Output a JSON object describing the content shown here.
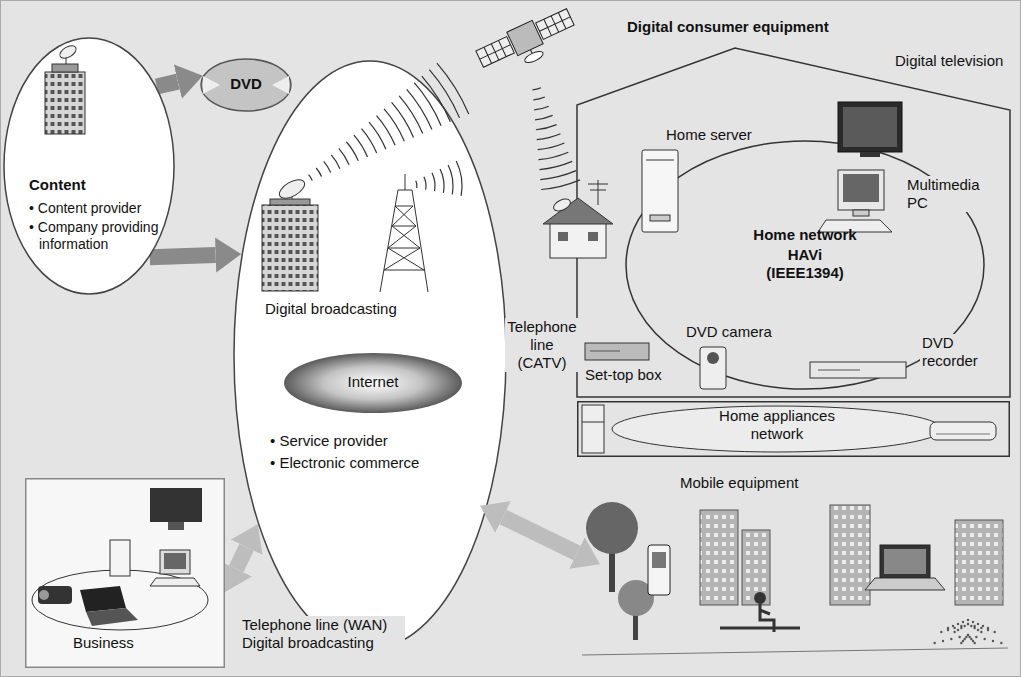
{
  "diagram": {
    "nodes": [
      {
        "text": [
          "Content",
          "• Content provider",
          "• Company providing information"
        ]
      },
      {
        "text": [
          "DVD"
        ]
      },
      {
        "text": [
          "Digital broadcasting",
          "• Service provider",
          "• Electronic commerce"
        ]
      },
      {
        "text": [
          "Internet"
        ],
        "in": 2
      },
      {
        "text": [
          "Digital consumer equipment"
        ]
      },
      {
        "text": [
          "Home network",
          "HAVi (IEEE1394)"
        ],
        "in": 4
      },
      {
        "text": [
          "Home appliances network"
        ]
      },
      {
        "text": [
          "Business"
        ]
      }
    ],
    "edges": [
      {
        "from": 0,
        "to": 1,
        "arrow": "to"
      },
      {
        "from": 0,
        "to": 2,
        "arrow": "to"
      },
      {
        "from": 2,
        "to": 4,
        "arrow": "both",
        "label": "Telephone line (CATV)"
      },
      {
        "from": 7,
        "to": 2,
        "arrow": "both"
      }
    ],
    "labels": [
      "Home server",
      "Digital television",
      "Multimedia PC",
      "DVD camera",
      "Set-top box",
      "DVD recorder",
      "Mobile equipment",
      "Telephone line (WAN) Digital broadcasting"
    ]
  }
}
